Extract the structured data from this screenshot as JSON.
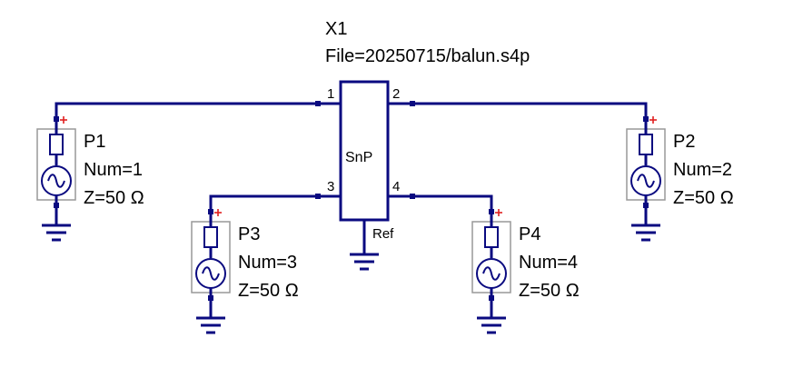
{
  "colors": {
    "wire": "#0a0a80",
    "component": "#0a0a80",
    "frame": "#999999",
    "plus_marker": "#e02020",
    "background": "#ffffff"
  },
  "block": {
    "ref": "X1",
    "file": "File=20250715/balun.s4p",
    "label": "SnP",
    "ref_label": "Ref",
    "pins": [
      "1",
      "2",
      "3",
      "4"
    ]
  },
  "ports": [
    {
      "name": "P1",
      "num": "Num=1",
      "z": "Z=50 Ω"
    },
    {
      "name": "P2",
      "num": "Num=2",
      "z": "Z=50 Ω"
    },
    {
      "name": "P3",
      "num": "Num=3",
      "z": "Z=50 Ω"
    },
    {
      "name": "P4",
      "num": "Num=4",
      "z": "Z=50 Ω"
    }
  ],
  "icons": {
    "port_source": "ac-source-icon",
    "resistor": "resistor-icon",
    "ground": "ground-icon"
  }
}
